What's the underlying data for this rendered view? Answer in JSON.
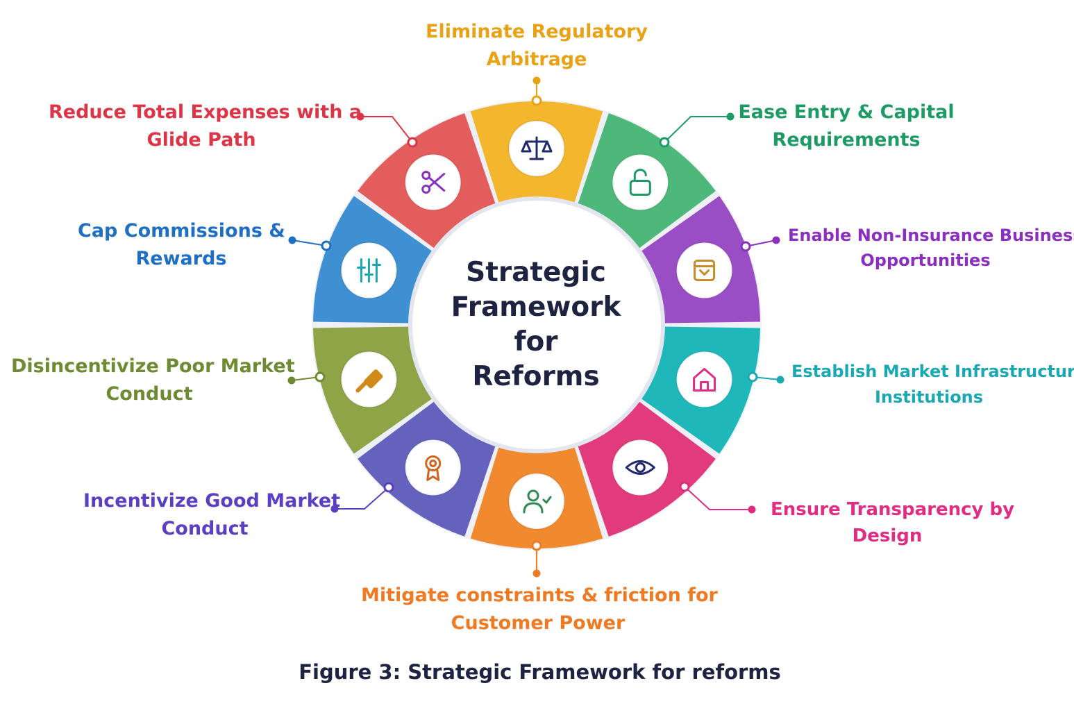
{
  "center": {
    "line1": "Strategic",
    "line2": "Framework",
    "line3": "for",
    "line4": "Reforms"
  },
  "caption": "Figure 3: Strategic Framework for reforms",
  "segments": [
    {
      "key": "eliminate",
      "icon": "scales-icon",
      "color": "#f3b62c",
      "text_color": "#e7a216",
      "line1": "Eliminate Regulatory",
      "line2": "Arbitrage"
    },
    {
      "key": "ease",
      "icon": "unlock-icon",
      "color": "#4db87a",
      "text_color": "#1e9b64",
      "line1": "Ease Entry & Capital",
      "line2": "Requirements"
    },
    {
      "key": "enable",
      "icon": "shopping-bag-icon",
      "color": "#9a4ec6",
      "text_color": "#8a2fbf",
      "line1": "Enable Non-Insurance Business",
      "line2": "Opportunities"
    },
    {
      "key": "establish",
      "icon": "home-icon",
      "color": "#1fb8ba",
      "text_color": "#1aa9b3",
      "line1": "Establish Market Infrastructure",
      "line2": "Institutions"
    },
    {
      "key": "transparency",
      "icon": "eye-icon",
      "color": "#e23b7d",
      "text_color": "#e02c82",
      "line1": "Ensure Transparency by",
      "line2": "Design"
    },
    {
      "key": "mitigate",
      "icon": "user-check-icon",
      "color": "#f18a2e",
      "text_color": "#ee7a23",
      "line1": "Mitigate constraints & friction for",
      "line2": "Customer Power"
    },
    {
      "key": "incentivize",
      "icon": "award-icon",
      "color": "#6562be",
      "text_color": "#5b3fc2",
      "line1": "Incentivize Good Market",
      "line2": "Conduct"
    },
    {
      "key": "disincentivize",
      "icon": "gavel-icon",
      "color": "#8ea446",
      "text_color": "#6f8a32",
      "line1": "Disincentivize Poor Market",
      "line2": "Conduct"
    },
    {
      "key": "cap",
      "icon": "sliders-icon",
      "color": "#3f8fd3",
      "text_color": "#1f6fc4",
      "line1": "Cap Commissions &",
      "line2": "Rewards"
    },
    {
      "key": "reduce",
      "icon": "scissors-icon",
      "color": "#e45d5d",
      "text_color": "#dc3547",
      "line1": "Reduce Total Expenses with a",
      "line2": "Glide Path"
    }
  ]
}
